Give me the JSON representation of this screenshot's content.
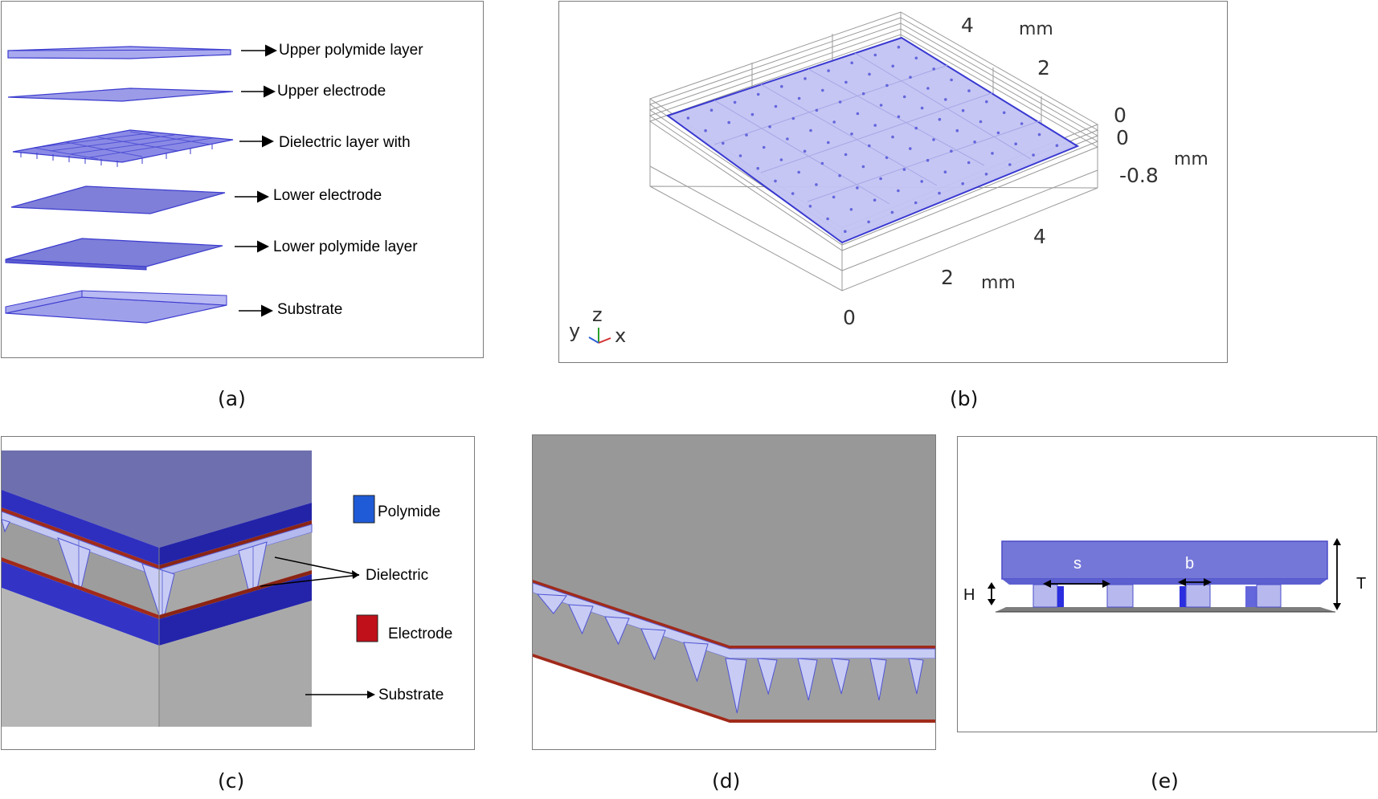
{
  "panel_a": {
    "layers": [
      "Upper polymide layer",
      "Upper electrode",
      "Dielectric layer with",
      "Lower electrode",
      "Lower polymide layer",
      "Substrate"
    ]
  },
  "panel_b": {
    "tick_top_4": "4",
    "unit_top": "mm",
    "tick_top_2": "2",
    "tick_z_0a": "0",
    "tick_z_0b": "0",
    "unit_z": "mm",
    "tick_z_neg": "-0.8",
    "tick_bottom_4": "4",
    "tick_bottom_2": "2",
    "unit_bottom": "mm",
    "tick_bottom_0": "0",
    "axis_y": "y",
    "axis_z": "z",
    "axis_x": "x"
  },
  "panel_c": {
    "legend_polymide": "Polymide",
    "label_dielectric": "Dielectric",
    "legend_electrode": "Electrode",
    "label_substrate": "Substrate"
  },
  "panel_e": {
    "label_s": "s",
    "label_b": "b",
    "label_H": "H",
    "label_T": "T"
  },
  "captions": {
    "a": "(a)",
    "b": "(b)",
    "c": "(c)",
    "d": "(d)",
    "e": "(e)"
  },
  "colors": {
    "polymide": "#2e2fbf",
    "layer_light": "#8f8fe8",
    "electrode": "#a02a1a",
    "substrate": "#9a9a9a",
    "dielectric": "#b9c0ef"
  }
}
